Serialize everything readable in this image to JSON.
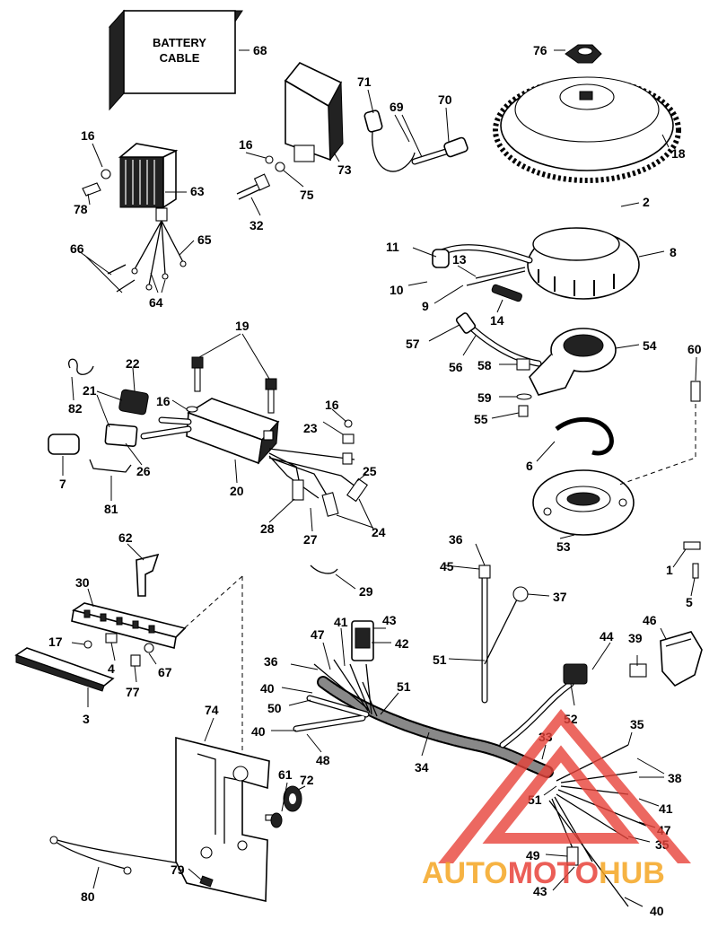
{
  "diagram": {
    "battery_cable_label_line1": "BATTERY",
    "battery_cable_label_line2": "CABLE",
    "callouts": {
      "c76": "76",
      "c18": "18",
      "c68": "68",
      "c71": "71",
      "c69": "69",
      "c70": "70",
      "c73": "73",
      "c75": "75",
      "c16a": "16",
      "c16b": "16",
      "c16c": "16",
      "c16d": "16",
      "c32": "32",
      "c63": "63",
      "c78": "78",
      "c66": "66",
      "c65": "65",
      "c64": "64",
      "c2": "2",
      "c11": "11",
      "c8": "8",
      "c13": "13",
      "c10": "10",
      "c9": "9",
      "c14": "14",
      "c57": "57",
      "c54": "54",
      "c56": "56",
      "c58": "58",
      "c60": "60",
      "c59": "59",
      "c55": "55",
      "c6": "6",
      "c53": "53",
      "c19": "19",
      "c22": "22",
      "c21": "21",
      "c82": "82",
      "c23": "23",
      "c25": "25",
      "c26": "26",
      "c7": "7",
      "c20": "20",
      "c81": "81",
      "c28": "28",
      "c27": "27",
      "c24": "24",
      "c62": "62",
      "c30": "30",
      "c29": "29",
      "c36a": "36",
      "c45": "45",
      "c37": "37",
      "c1": "1",
      "c5": "5",
      "c46": "46",
      "c17": "17",
      "c4": "4",
      "c67": "67",
      "c77": "77",
      "c3": "3",
      "c41a": "41",
      "c43a": "43",
      "c47a": "47",
      "c42": "42",
      "c51a": "51",
      "c44": "44",
      "c39": "39",
      "c36b": "36",
      "c40a": "40",
      "c50": "50",
      "c51b": "51",
      "c52": "52",
      "c35a": "35",
      "c40b": "40",
      "c48": "48",
      "c74": "74",
      "c34": "34",
      "c33": "33",
      "c38": "38",
      "c61": "61",
      "c72": "72",
      "c51c": "51",
      "c41b": "41",
      "c47b": "47",
      "c35b": "35",
      "c49": "49",
      "c43b": "43",
      "c40c": "40",
      "c79": "79",
      "c80": "80"
    }
  },
  "watermark": {
    "text_part1": "AUTO",
    "text_part2": "MOTO",
    "text_part3": "HUB",
    "color_orange": "#f5a623",
    "color_red": "#e8433a"
  }
}
